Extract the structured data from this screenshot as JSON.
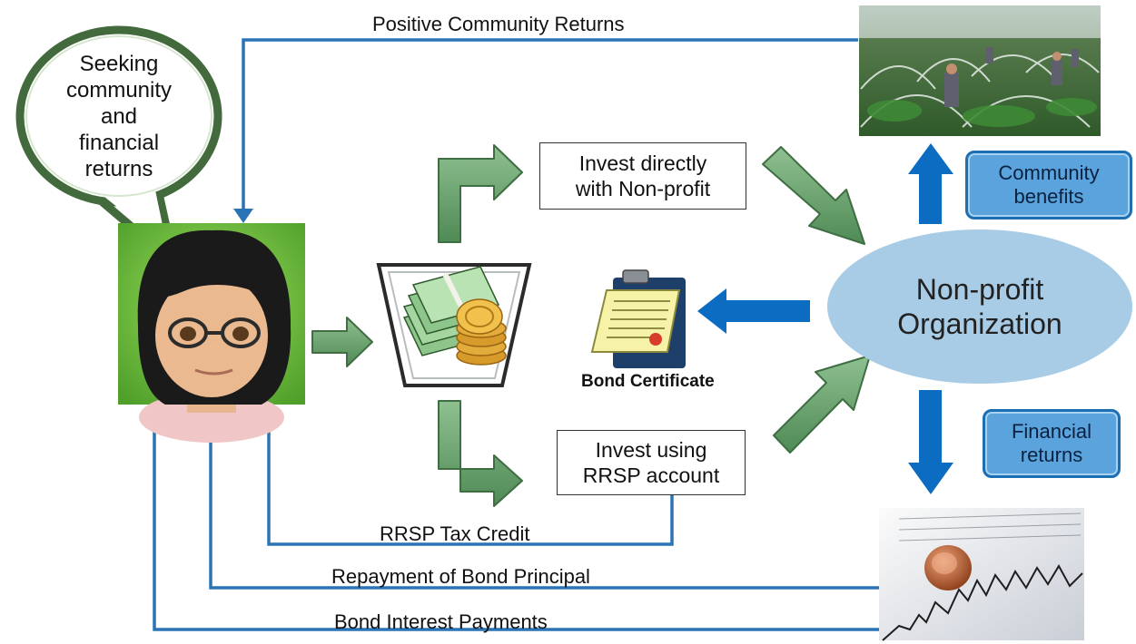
{
  "speech_bubble": {
    "text_lines": [
      "Seeking",
      "community",
      "and",
      "financial",
      "returns"
    ]
  },
  "flows": {
    "positive_community_returns": "Positive Community Returns",
    "rrsp_tax_credit": "RRSP Tax Credit",
    "repayment_of_bond_principal": "Repayment of Bond Principal",
    "bond_interest_payments": "Bond Interest Payments"
  },
  "invest_direct": {
    "lines": [
      "Invest directly",
      "with Non-profit"
    ]
  },
  "invest_rrsp": {
    "lines": [
      "Invest using",
      "RRSP account"
    ]
  },
  "certificate": {
    "label": "Bond Certificate"
  },
  "nonprofit": {
    "lines": [
      "Non-profit",
      "Organization"
    ]
  },
  "badges": {
    "community": [
      "Community",
      "benefits"
    ],
    "financial": [
      "Financial",
      "returns"
    ]
  },
  "colors": {
    "flow_line": "#2a74b5",
    "green_arrow": "#5e9b62",
    "big_blue_arrow": "#0b6cc1",
    "ellipse": "#a8cce6",
    "badge_fill": "#5aa3dc",
    "avatar_bg": "#6dc13a"
  }
}
